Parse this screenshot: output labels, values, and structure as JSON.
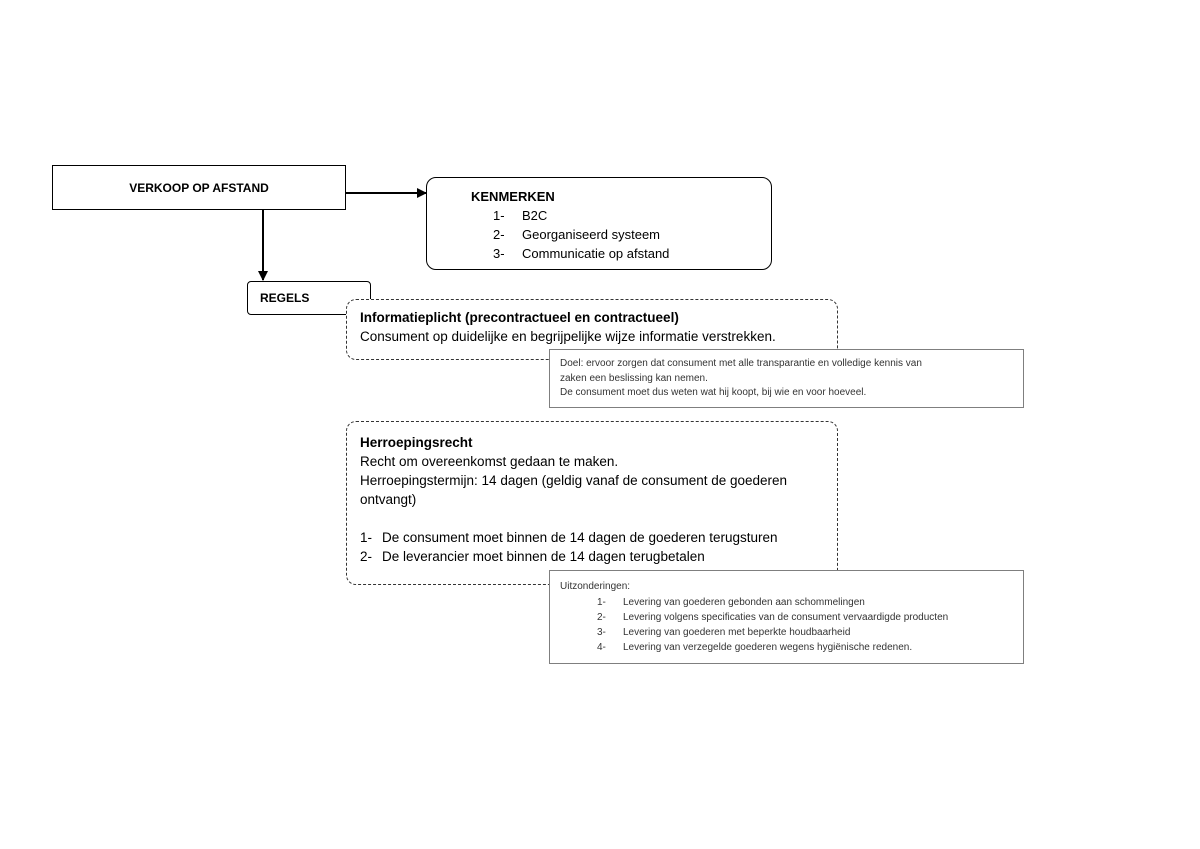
{
  "main": {
    "title": "VERKOOP OP AFSTAND"
  },
  "kenmerken": {
    "title": "KENMERKEN",
    "items": [
      {
        "num": "1-",
        "label": "B2C"
      },
      {
        "num": "2-",
        "label": "Georganiseerd systeem"
      },
      {
        "num": "3-",
        "label": "Communicatie op afstand"
      }
    ]
  },
  "regels": {
    "label": "REGELS"
  },
  "informatieplicht": {
    "title": "Informatieplicht (precontractueel en contractueel)",
    "text": "Consument op duidelijke en begrijpelijke wijze informatie verstrekken."
  },
  "doel": {
    "line1": "Doel: ervoor zorgen dat consument met alle transparantie en volledige kennis van",
    "line2": "zaken een beslissing kan nemen.",
    "line3": "De consument moet dus weten wat hij koopt, bij wie en voor hoeveel."
  },
  "herroepingsrecht": {
    "title": "Herroepingsrecht",
    "line1": "Recht om overeenkomst gedaan te maken.",
    "line2": "Herroepingstermijn: 14 dagen (geldig vanaf de consument de goederen",
    "line3": "ontvangt)",
    "items": [
      {
        "num": "1-",
        "label": "De consument moet binnen de 14 dagen de goederen terugsturen"
      },
      {
        "num": "2-",
        "label": "De leverancier moet binnen de 14 dagen terugbetalen"
      }
    ]
  },
  "uitzonderingen": {
    "title": "Uitzonderingen:",
    "items": [
      {
        "num": "1-",
        "label": "Levering van goederen gebonden aan schommelingen"
      },
      {
        "num": "2-",
        "label": "Levering volgens specificaties van de consument vervaardigde producten"
      },
      {
        "num": "3-",
        "label": "Levering van goederen met beperkte houdbaarheid"
      },
      {
        "num": "4-",
        "label": "Levering van verzegelde goederen wegens hygiënische redenen."
      }
    ]
  }
}
